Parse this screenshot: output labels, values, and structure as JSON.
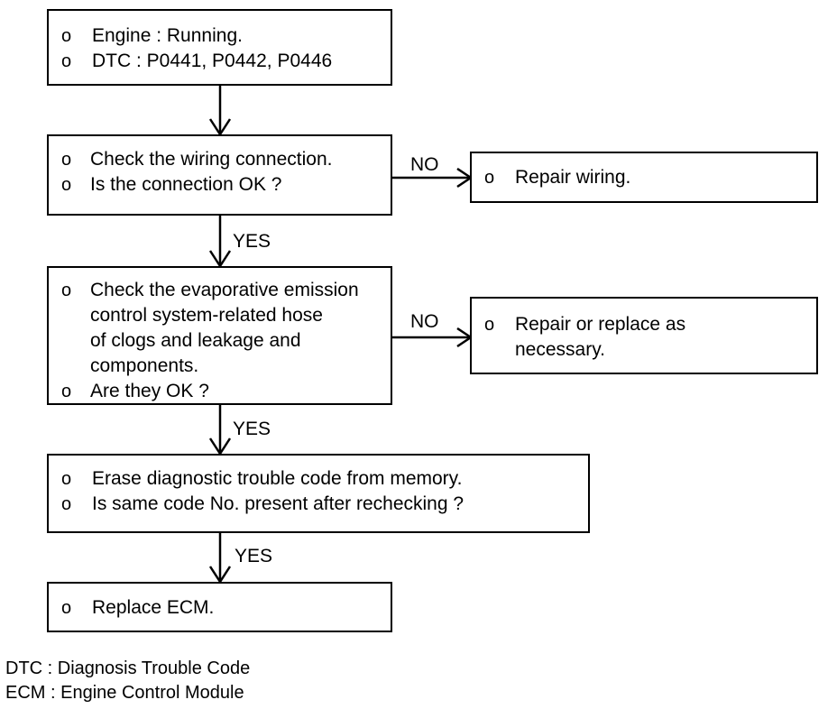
{
  "boxes": {
    "start": {
      "bullet": "o",
      "lines": [
        "Engine : Running.",
        "DTC : P0441, P0442, P0446"
      ]
    },
    "wiring": {
      "bullet": "o",
      "lines": [
        "Check the wiring connection.",
        "Is the connection OK ?"
      ]
    },
    "repair_wiring": {
      "bullet": "o",
      "lines": [
        "Repair wiring."
      ]
    },
    "evap": {
      "bullet": "o",
      "lines": [
        "Check the evaporative emission",
        "control system-related hose",
        "of clogs and leakage and",
        "components.",
        "Are they OK ?"
      ]
    },
    "repair_replace": {
      "bullet": "o",
      "lines": [
        "Repair or replace as",
        "necessary."
      ]
    },
    "erase": {
      "bullet": "o",
      "lines": [
        "Erase diagnostic trouble code from memory.",
        "Is same code No. present after rechecking ?"
      ]
    },
    "replace_ecm": {
      "bullet": "o",
      "lines": [
        "Replace ECM."
      ]
    }
  },
  "labels": {
    "yes": "YES",
    "no": "NO"
  },
  "legend": [
    "DTC : Diagnosis Trouble Code",
    "ECM : Engine Control Module"
  ]
}
